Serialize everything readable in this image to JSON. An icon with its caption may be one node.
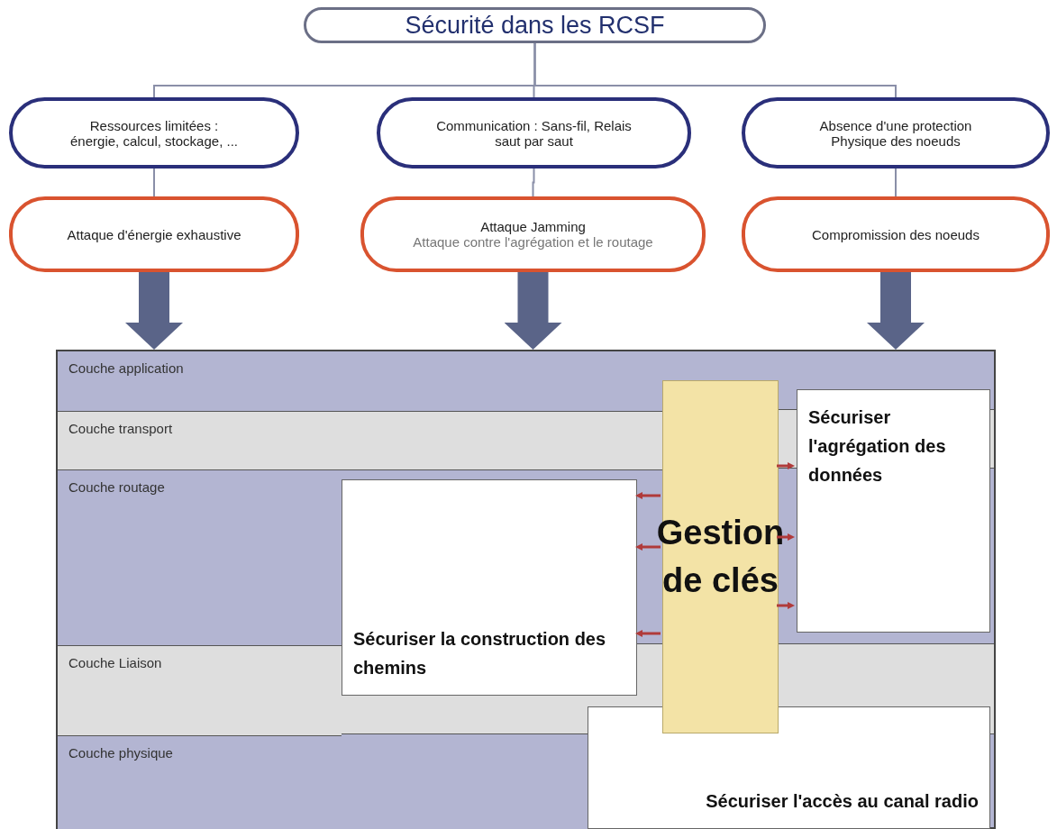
{
  "diagram": {
    "nodes": [
      {
        "text": [
          "Sécurité dans les RCSF"
        ]
      },
      {
        "text": [
          "Ressources limitées : énergie, calcul, stockage, ..."
        ]
      },
      {
        "text": [
          "Communication : Sans-fil, Relais saut par saut"
        ]
      },
      {
        "text": [
          "Absence d'une protection Physique des noeuds"
        ]
      },
      {
        "text": [
          "Attaque d'énergie exhaustive"
        ]
      },
      {
        "text": [
          "Attaque Jamming",
          "Attaque contre l'agrégation et le routage"
        ]
      },
      {
        "text": [
          "Compromission des noeuds"
        ]
      },
      {
        "text": [],
        "shape": "box"
      },
      {
        "text": [
          "Couche application"
        ],
        "in": 7
      },
      {
        "text": [
          "Couche transport"
        ],
        "in": 7
      },
      {
        "text": [
          "Couche routage"
        ],
        "in": 7
      },
      {
        "text": [
          "Couche Liaison"
        ],
        "in": 7
      },
      {
        "text": [
          "Couche physique"
        ],
        "in": 7
      },
      {
        "text": [
          "Gestion de clés"
        ],
        "in": 7
      },
      {
        "text": [
          "Sécuriser l'agrégation des données"
        ],
        "in": 7
      },
      {
        "text": [
          "Sécuriser la construction des chemins"
        ],
        "in": 7
      },
      {
        "text": [
          "Sécuriser l'accès au canal radio"
        ],
        "in": 7
      }
    ],
    "edges": [
      {
        "from": 0,
        "to": 1,
        "arrow": "none"
      },
      {
        "from": 0,
        "to": 2,
        "arrow": "none"
      },
      {
        "from": 0,
        "to": 3,
        "arrow": "none"
      },
      {
        "from": 1,
        "to": 4,
        "arrow": "none"
      },
      {
        "from": 2,
        "to": 5,
        "arrow": "none"
      },
      {
        "from": 3,
        "to": 6,
        "arrow": "none"
      },
      {
        "from": 4,
        "to": 7,
        "arrow": "to",
        "style": "thick"
      },
      {
        "from": 5,
        "to": 7,
        "arrow": "to",
        "style": "thick"
      },
      {
        "from": 6,
        "to": 7,
        "arrow": "to",
        "style": "thick"
      },
      {
        "from": 13,
        "to": 14,
        "arrow": "to",
        "color": "#b03a3a"
      },
      {
        "from": 13,
        "to": 14,
        "arrow": "to",
        "color": "#b03a3a"
      },
      {
        "from": 13,
        "to": 14,
        "arrow": "to",
        "color": "#b03a3a"
      },
      {
        "from": 13,
        "to": 15,
        "arrow": "to",
        "color": "#b03a3a"
      },
      {
        "from": 13,
        "to": 15,
        "arrow": "to",
        "color": "#b03a3a"
      },
      {
        "from": 13,
        "to": 15,
        "arrow": "to",
        "color": "#b03a3a"
      }
    ]
  }
}
